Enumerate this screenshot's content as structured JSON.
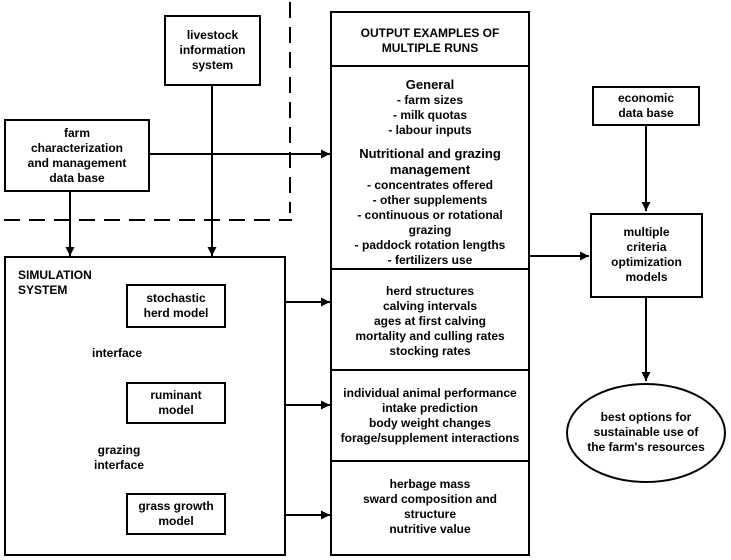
{
  "livestock": {
    "lines": [
      "livestock",
      "information",
      "system"
    ]
  },
  "farm_db": {
    "lines": [
      "farm",
      "characterization",
      "and management",
      "data base"
    ]
  },
  "simulation": {
    "lines": [
      "SIMULATION",
      "SYSTEM"
    ]
  },
  "herd_model": {
    "lines": [
      "stochastic",
      "herd model"
    ]
  },
  "ruminant_model": {
    "lines": [
      "ruminant",
      "model"
    ]
  },
  "grass_model": {
    "lines": [
      "grass growth",
      "model"
    ]
  },
  "interface_label": "interface",
  "grazing_interface": {
    "lines": [
      "grazing",
      "interface"
    ]
  },
  "output": {
    "header_lines": [
      "OUTPUT EXAMPLES OF",
      "MULTIPLE RUNS"
    ],
    "general_title": "General",
    "general_items": [
      "- farm sizes",
      "- milk quotas",
      "- labour inputs"
    ],
    "nutrition_title_lines": [
      "Nutritional and grazing",
      "management"
    ],
    "nutrition_items": [
      "- concentrates offered",
      "- other supplements",
      "- continuous or rotational",
      "grazing",
      "- paddock rotation lengths",
      "- fertilizers use"
    ],
    "herd_items": [
      "herd structures",
      "calving intervals",
      "ages at first calving",
      "mortality and culling rates",
      "stocking rates"
    ],
    "ruminant_items": [
      "individual animal performance",
      "intake prediction",
      "body weight changes",
      "forage/supplement interactions"
    ],
    "grass_items": [
      "herbage mass",
      "sward composition and",
      "structure",
      "nutritive value"
    ]
  },
  "economic_db": {
    "lines": [
      "economic",
      "data base"
    ]
  },
  "optimization": {
    "lines": [
      "multiple",
      "criteria",
      "optimization",
      "models"
    ]
  },
  "best_options": {
    "lines": [
      "best options for",
      "sustainable use of",
      "the farm's resources"
    ]
  }
}
